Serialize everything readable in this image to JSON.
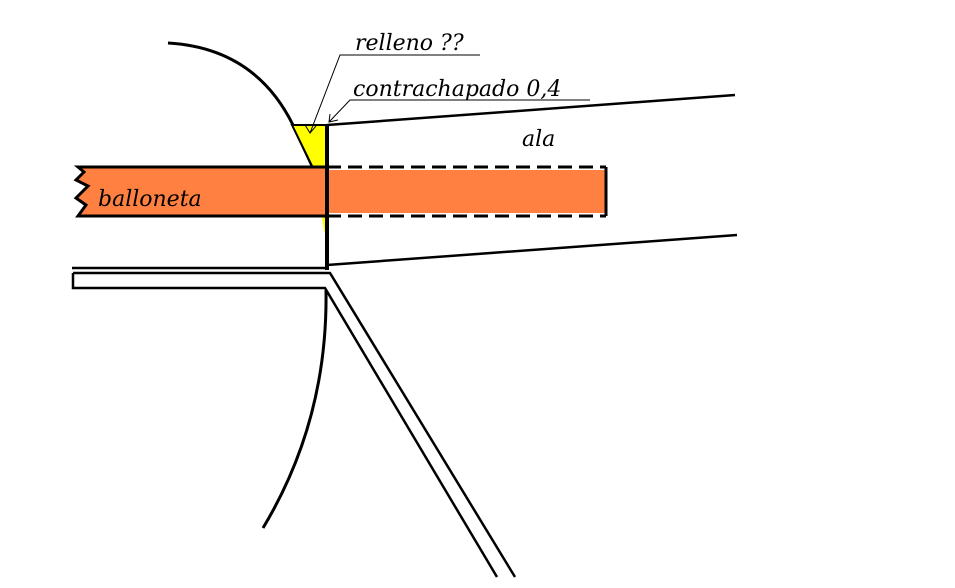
{
  "labels": {
    "relleno": "relleno ??",
    "contrachapado": "contrachapado 0,4",
    "ala": "ala",
    "balloneta": "balloneta"
  },
  "colors": {
    "balloneta_fill": "#FF8040",
    "relleno_fill": "#FFFF00",
    "line": "#000000"
  }
}
